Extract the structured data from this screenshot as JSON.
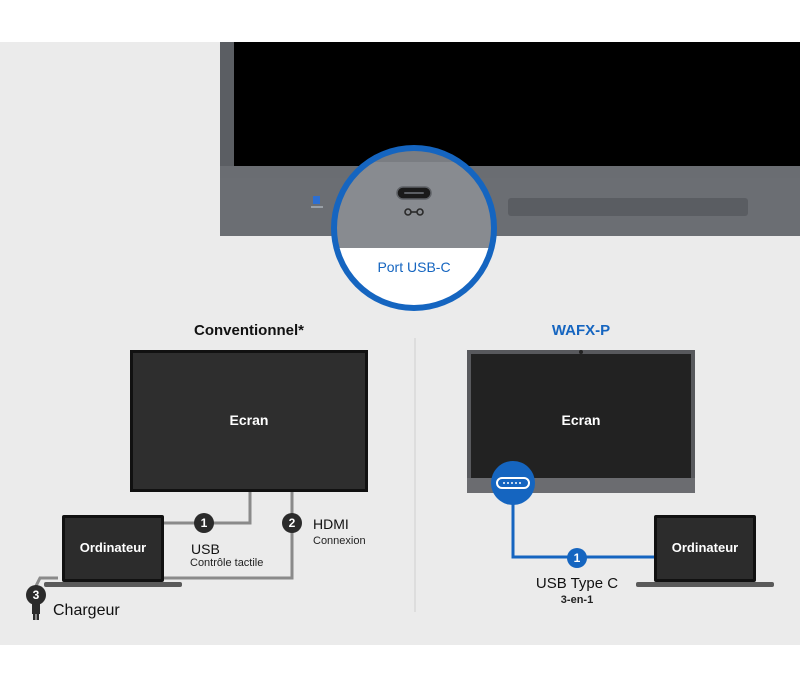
{
  "colors": {
    "background": "#ebebeb",
    "accent_blue": "#1565c0",
    "cable_grey": "#8a8a8a",
    "panel_dark": "#2b2b2b",
    "badge_dark": "#2b2b2b"
  },
  "zoom_callout": {
    "label": "Port USB-C"
  },
  "conventional": {
    "title": "Conventionnel*",
    "screen_label": "Ecran",
    "laptop_label": "Ordinateur",
    "connections": [
      {
        "number": "1",
        "name": "USB",
        "description": "Contrôle tactile"
      },
      {
        "number": "2",
        "name": "HDMI",
        "description": "Connexion"
      },
      {
        "number": "3",
        "name": "Chargeur"
      }
    ]
  },
  "wafx": {
    "title": "WAFX-P",
    "screen_label": "Ecran",
    "laptop_label": "Ordinateur",
    "connection": {
      "number": "1",
      "name": "USB Type C",
      "description": "3-en-1"
    }
  },
  "icons": [
    "usb-c-port-icon",
    "usb-logo-icon",
    "power-plug-icon",
    "usb-c-connector-icon"
  ]
}
